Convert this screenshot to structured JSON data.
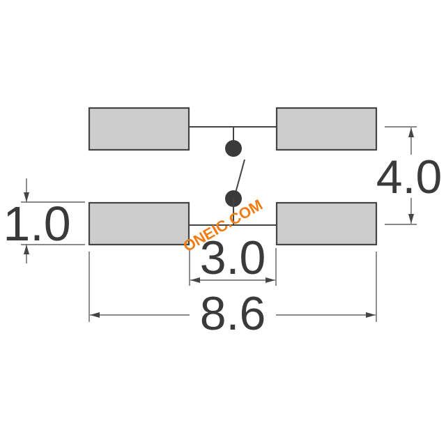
{
  "diagram": {
    "dimensions": {
      "overall_width": "8.6",
      "pad_gap": "3.0",
      "pad_height": "1.0",
      "pad_pitch": "4.0"
    },
    "watermark": "ONEIC.COM",
    "colors": {
      "pad_fill": "#cdcdcd",
      "line": "#444444",
      "text": "#3a3a3a",
      "watermark": "#f07c12"
    }
  }
}
